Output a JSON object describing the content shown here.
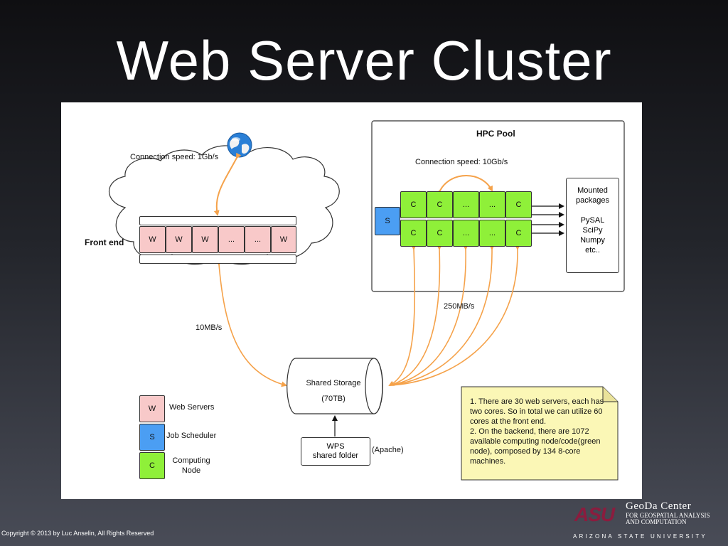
{
  "slide": {
    "title": "Web Server Cluster",
    "footer": "Copyright © 2013 by Luc Anselin, All Rights Reserved"
  },
  "diagram": {
    "front_end": {
      "label": "Front end",
      "connection_speed": "Connection speed: 1Gb/s",
      "cells": [
        "W",
        "W",
        "W",
        "...",
        "...",
        "W"
      ]
    },
    "hpc_pool": {
      "title": "HPC Pool",
      "connection_speed": "Connection speed: 10Gb/s",
      "scheduler": "S",
      "row1": [
        "C",
        "C",
        "...",
        "...",
        "C"
      ],
      "row2": [
        "C",
        "C",
        "...",
        "...",
        "C"
      ],
      "mounted": [
        "Mounted",
        "packages",
        "PySAL",
        "SciPy",
        "Numpy",
        "etc.."
      ]
    },
    "links": {
      "front_to_storage": "10MB/s",
      "hpc_to_storage": "250MB/s"
    },
    "storage": {
      "line1": "Shared Storage",
      "line2": "(70TB)"
    },
    "wps": {
      "line1": "WPS",
      "line2": "shared folder",
      "annotation": "(Apache)"
    },
    "legend": [
      {
        "symbol": "W",
        "label": "Web Servers",
        "color": "#f8c9c9"
      },
      {
        "symbol": "S",
        "label": "Job Scheduler",
        "color": "#4b9ef3"
      },
      {
        "symbol": "C",
        "label": "Computing",
        "label2": "Node",
        "color": "#8ff039"
      }
    ],
    "note": {
      "text1": "1. There are 30 web servers, each has two cores. So in total we can utilize 60 cores at the front end.",
      "text2": "2. On the backend, there are 1072 available computing node/code(green node), composed by 134 8-core machines."
    },
    "colors": {
      "arrow": "#f5a24a",
      "web_server": "#f8c9c9",
      "scheduler": "#4b9ef3",
      "compute": "#8ff039",
      "note": "#fbf7b6"
    }
  },
  "branding": {
    "logo_mark": "ASU",
    "center_line1": "GeoDa Center",
    "center_line2": "FOR GEOSPATIAL ANALYSIS",
    "center_line3": "AND COMPUTATION",
    "university": "ARIZONA STATE UNIVERSITY"
  }
}
